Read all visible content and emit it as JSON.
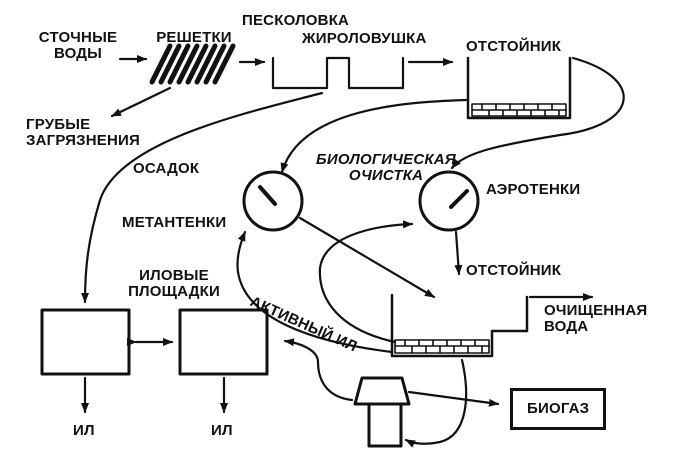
{
  "labels": {
    "wastewater": "СТОЧНЫЕ\nВОДЫ",
    "screens": "РЕШЕТКИ",
    "sand_trap": "ПЕСКОЛОВКА",
    "grease_trap": "ЖИРОЛОВУШКА",
    "settler_top": "ОТСТОЙНИК",
    "coarse_impurities": "ГРУБЫЕ\nЗАГРЯЗНЕНИЯ",
    "sediment": "ОСАДОК",
    "bio_treatment": "БИОЛОГИЧЕСКАЯ\nОЧИСТКА",
    "digesters": "МЕТАНТЕНКИ",
    "aerotanks": "АЭРОТЕНКИ",
    "sludge_beds": "ИЛОВЫЕ\nПЛОЩАДКИ",
    "settler_bottom": "ОТСТОЙНИК",
    "activated_sludge": "АКТИВНЫЙ ИЛ",
    "treated_water": "ОЧИЩЕННАЯ\nВОДА",
    "biogas": "БИОГАЗ",
    "sludge_left": "ИЛ",
    "sludge_right": "ИЛ"
  },
  "colors": {
    "ink": "#111111",
    "background": "#ffffff"
  }
}
